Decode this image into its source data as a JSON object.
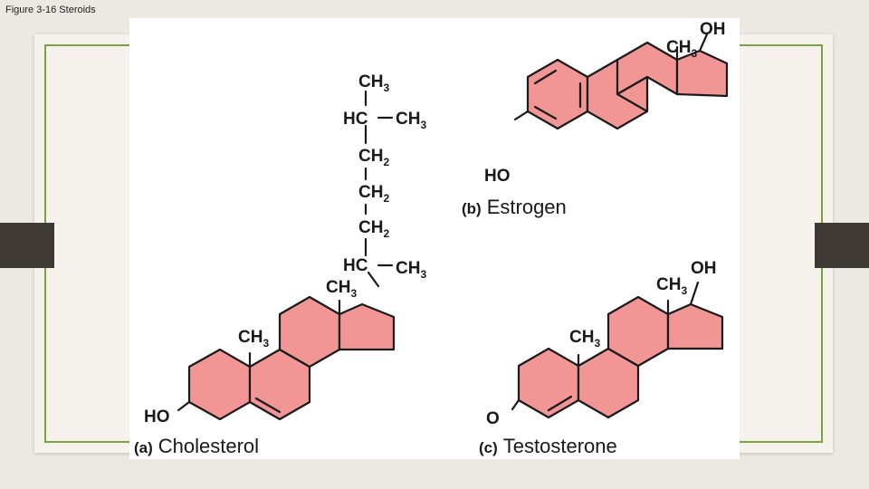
{
  "slide": {
    "title": "Figure 3-16 Steroids"
  },
  "cholesterol": {
    "caption_letter": "(a)",
    "caption_name": "Cholesterol",
    "chain": {
      "ch3_top": "CH",
      "ch3_top_sub": "3",
      "hc1": "HC",
      "hc1_ch3": "CH",
      "hc1_ch3_sub": "3",
      "ch2_a": "CH",
      "ch2_a_sub": "2",
      "ch2_b": "CH",
      "ch2_b_sub": "2",
      "ch2_c": "CH",
      "ch2_c_sub": "2",
      "hc2": "HC",
      "hc2_ch3": "CH",
      "hc2_ch3_sub": "3"
    },
    "ring_methyl_upper": "CH",
    "ring_methyl_upper_sub": "3",
    "ring_methyl_lower": "CH",
    "ring_methyl_lower_sub": "3",
    "hydroxyl": "HO"
  },
  "estrogen": {
    "caption_letter": "(b)",
    "caption_name": "Estrogen",
    "hydroxyl_top": "OH",
    "methyl": "CH",
    "methyl_sub": "3",
    "hydroxyl": "HO"
  },
  "testosterone": {
    "caption_letter": "(c)",
    "caption_name": "Testosterone",
    "hydroxyl_top": "OH",
    "methyl_upper": "CH",
    "methyl_upper_sub": "3",
    "methyl_lower": "CH",
    "methyl_lower_sub": "3",
    "ketone": "O"
  },
  "colors": {
    "ring_fill": "#f19595",
    "frame_accent": "#7da23c",
    "side_bar": "#3f3a35"
  }
}
